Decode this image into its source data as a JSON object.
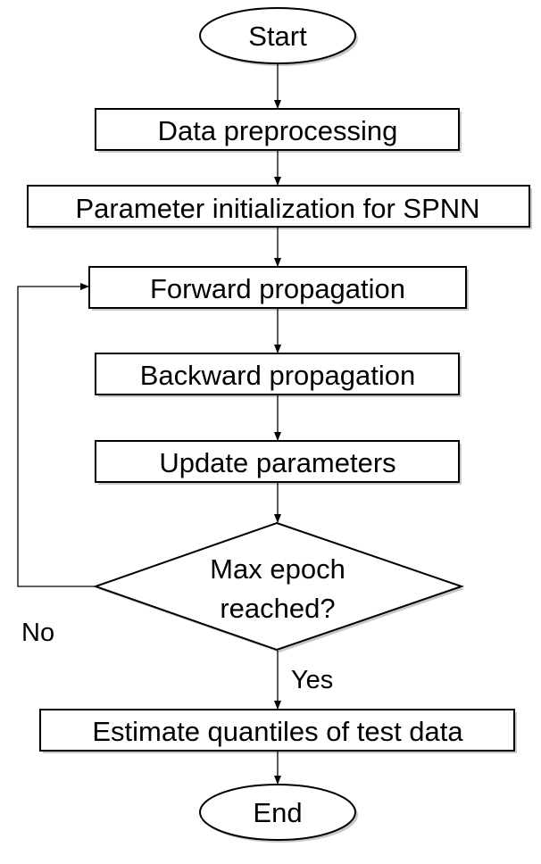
{
  "nodes": {
    "start": "Start",
    "preprocess": "Data preprocessing",
    "init": "Parameter initialization for SPNN",
    "forward": "Forward propagation",
    "backward": "Backward propagation",
    "update": "Update parameters",
    "decision_line1": "Max epoch",
    "decision_line2": "reached?",
    "estimate": "Estimate quantiles of test data",
    "end": "End"
  },
  "edge_labels": {
    "no": "No",
    "yes": "Yes"
  }
}
